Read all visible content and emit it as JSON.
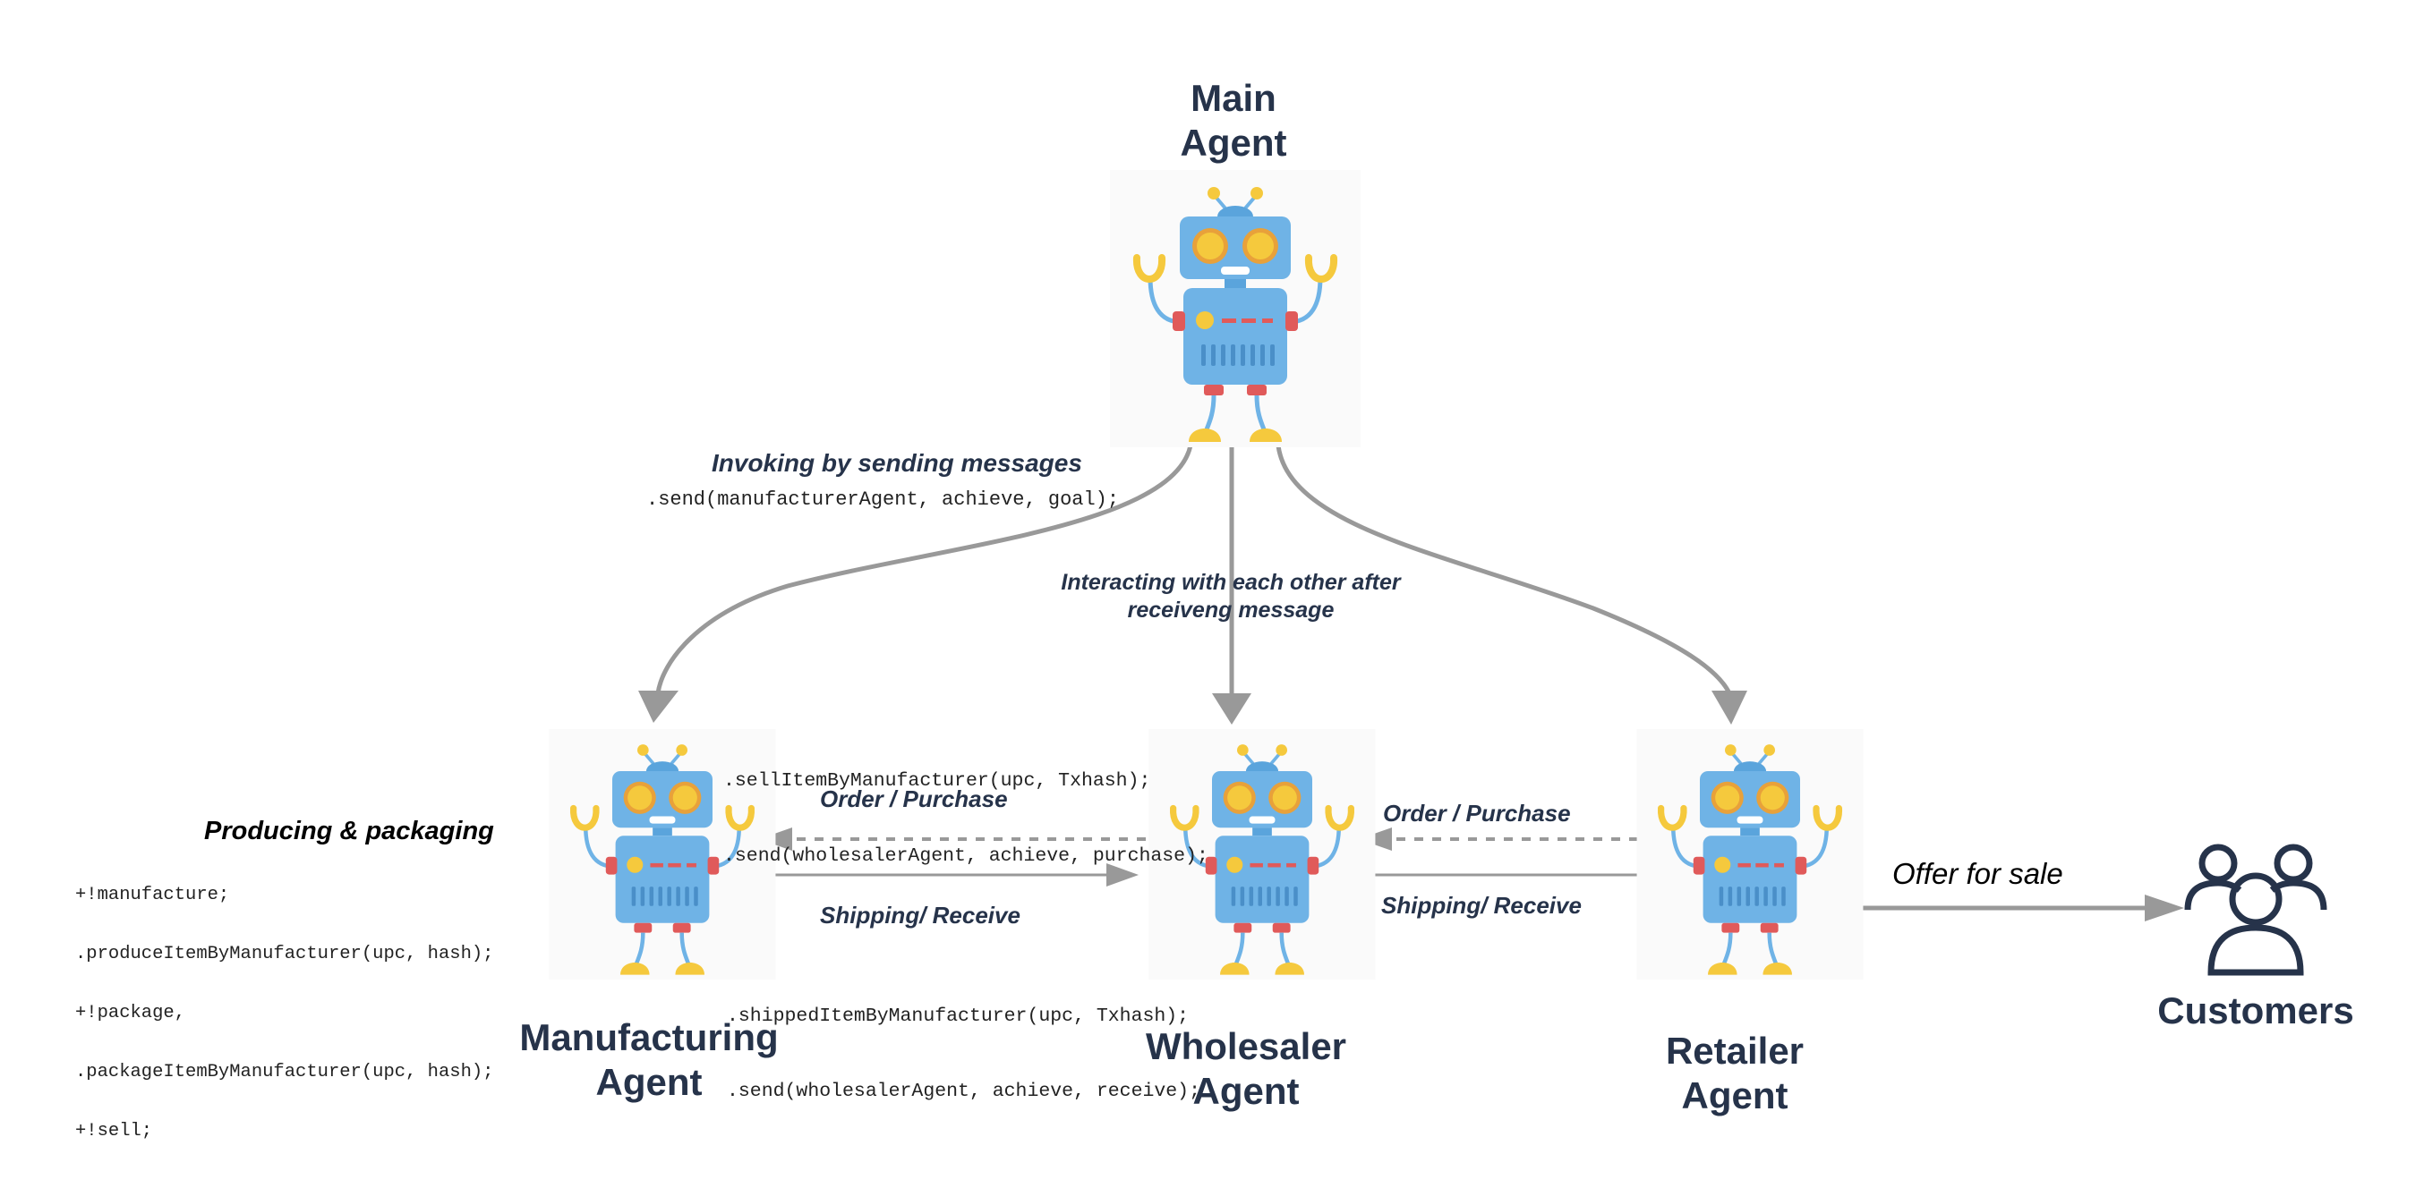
{
  "agents": {
    "main": {
      "line1": "Main",
      "line2": "Agent"
    },
    "manufacturing": {
      "line1": "Manufacturing",
      "line2": "Agent"
    },
    "wholesaler": {
      "line1": "Wholesaler",
      "line2": "Agent"
    },
    "retailer": {
      "line1": "Retailer",
      "line2": "Agent"
    },
    "customers": {
      "label": "Customers"
    }
  },
  "labels": {
    "invoking": "Invoking by sending messages",
    "invoking_code": ".send(manufacturerAgent, achieve, goal);",
    "interacting_line1": "Interacting with each other after",
    "interacting_line2": "receiveng message",
    "producing": "Producing & packaging",
    "producing_code": [
      "+!manufacture;",
      ".produceItemByManufacturer(upc, hash);",
      "+!package,",
      ".packageItemByManufacturer(upc, hash);",
      "+!sell;"
    ],
    "sell_code": [
      ".sellItemByManufacturer(upc, Txhash);",
      ".send(wholesalerAgent, achieve, purchase);"
    ],
    "ship_code": [
      ".shippedItemByManufacturer(upc, Txhash);",
      ".send(wholesalerAgent, achieve, receive);"
    ],
    "order_purchase_1": "Order / Purchase",
    "shipping_receive_1": "Shipping/ Receive",
    "order_purchase_2": "Order / Purchase",
    "shipping_receive_2": "Shipping/ Receive",
    "offer_for_sale": "Offer for sale"
  },
  "icons": {
    "robot": "robot-icon",
    "customers": "users-group-icon"
  },
  "colors": {
    "title": "#26334a",
    "arrow": "#999999",
    "robot_body": "#6fb3e6",
    "robot_eye": "#f5c93d",
    "robot_accent": "#e05a5a"
  }
}
